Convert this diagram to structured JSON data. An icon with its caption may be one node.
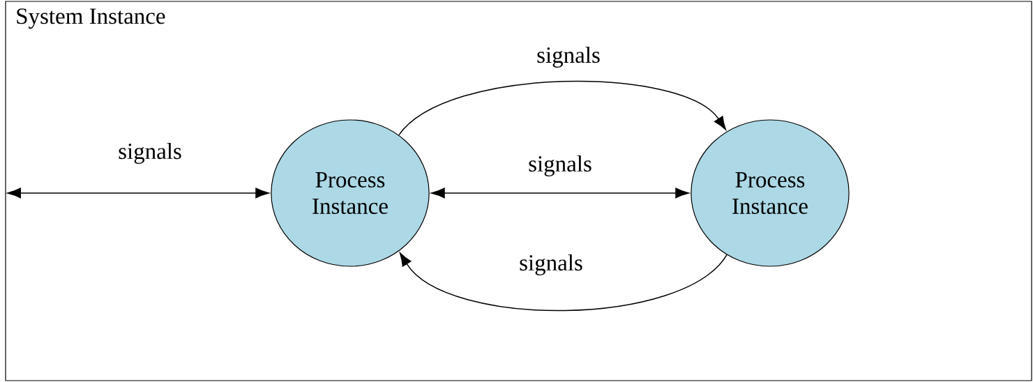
{
  "diagram": {
    "nodes": [
      {
        "text": [
          "System Instance"
        ]
      },
      {
        "text": [
          "Process Instance"
        ],
        "in": 0
      },
      {
        "text": [
          "Process Instance"
        ],
        "in": 0
      }
    ],
    "edges": [
      {
        "from": null,
        "to": 1,
        "arrow": "both",
        "label": "signals"
      },
      {
        "from": 1,
        "to": 2,
        "arrow": "to",
        "label": "signals"
      },
      {
        "from": 1,
        "to": 2,
        "arrow": "both",
        "label": "signals"
      },
      {
        "from": 2,
        "to": 1,
        "arrow": "to",
        "label": "signals"
      }
    ]
  }
}
